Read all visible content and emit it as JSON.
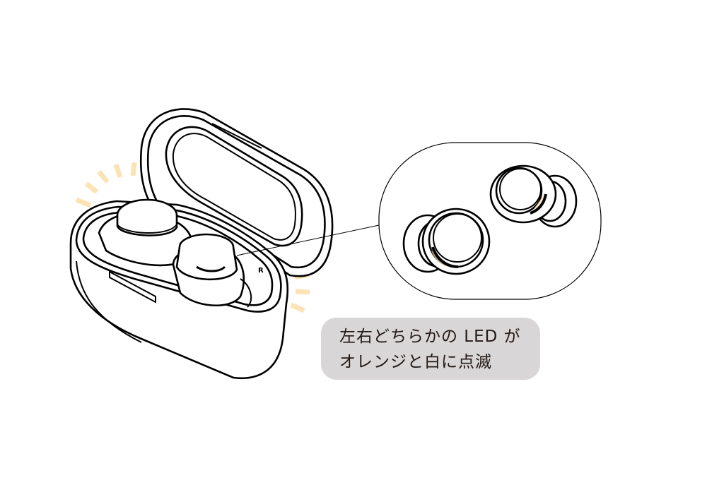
{
  "figure": {
    "subject": "wireless-earbuds-charging-case",
    "led_glow_color": "#fbe3b5",
    "line_color": "#000000",
    "caption_bg": "#d8d6d6",
    "caption_text_color": "#231815"
  },
  "case": {
    "marker_label": "R"
  },
  "caption": {
    "line1": "左右どちらかの LED が",
    "line2": "オレンジと白に点滅"
  }
}
